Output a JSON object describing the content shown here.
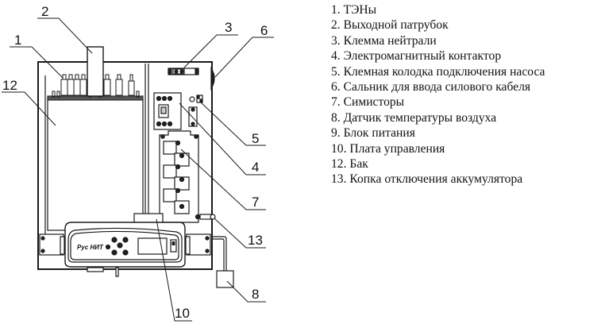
{
  "diagram": {
    "title": "Электрокотёл — расположение компонентов",
    "panel_brand": "Рус НИТ",
    "callouts": [
      {
        "id": "1",
        "label": "1"
      },
      {
        "id": "2",
        "label": "2"
      },
      {
        "id": "3",
        "label": "3"
      },
      {
        "id": "4",
        "label": "4"
      },
      {
        "id": "5",
        "label": "5"
      },
      {
        "id": "6",
        "label": "6"
      },
      {
        "id": "7",
        "label": "7"
      },
      {
        "id": "8",
        "label": "8"
      },
      {
        "id": "10",
        "label": "10"
      },
      {
        "id": "12",
        "label": "12"
      },
      {
        "id": "13",
        "label": "13"
      }
    ]
  },
  "legend": {
    "items": [
      {
        "num": "1",
        "text": "1. ТЭНы"
      },
      {
        "num": "2",
        "text": "2. Выходной патрубок"
      },
      {
        "num": "3",
        "text": "3. Клемма нейтрали"
      },
      {
        "num": "4",
        "text": "4. Электромагнитный контактор"
      },
      {
        "num": "5",
        "text": "5. Клемная колодка подключения насоса"
      },
      {
        "num": "6",
        "text": "6. Сальник для ввода силового кабеля"
      },
      {
        "num": "7",
        "text": "7. Симисторы"
      },
      {
        "num": "8",
        "text": "8. Датчик температуры воздуха"
      },
      {
        "num": "9",
        "text": "9. Блок питания"
      },
      {
        "num": "10",
        "text": "10. Плата управления"
      },
      {
        "num": "12",
        "text": "12. Бак"
      },
      {
        "num": "13",
        "text": "13. Копка отключения аккумулятора"
      }
    ]
  }
}
